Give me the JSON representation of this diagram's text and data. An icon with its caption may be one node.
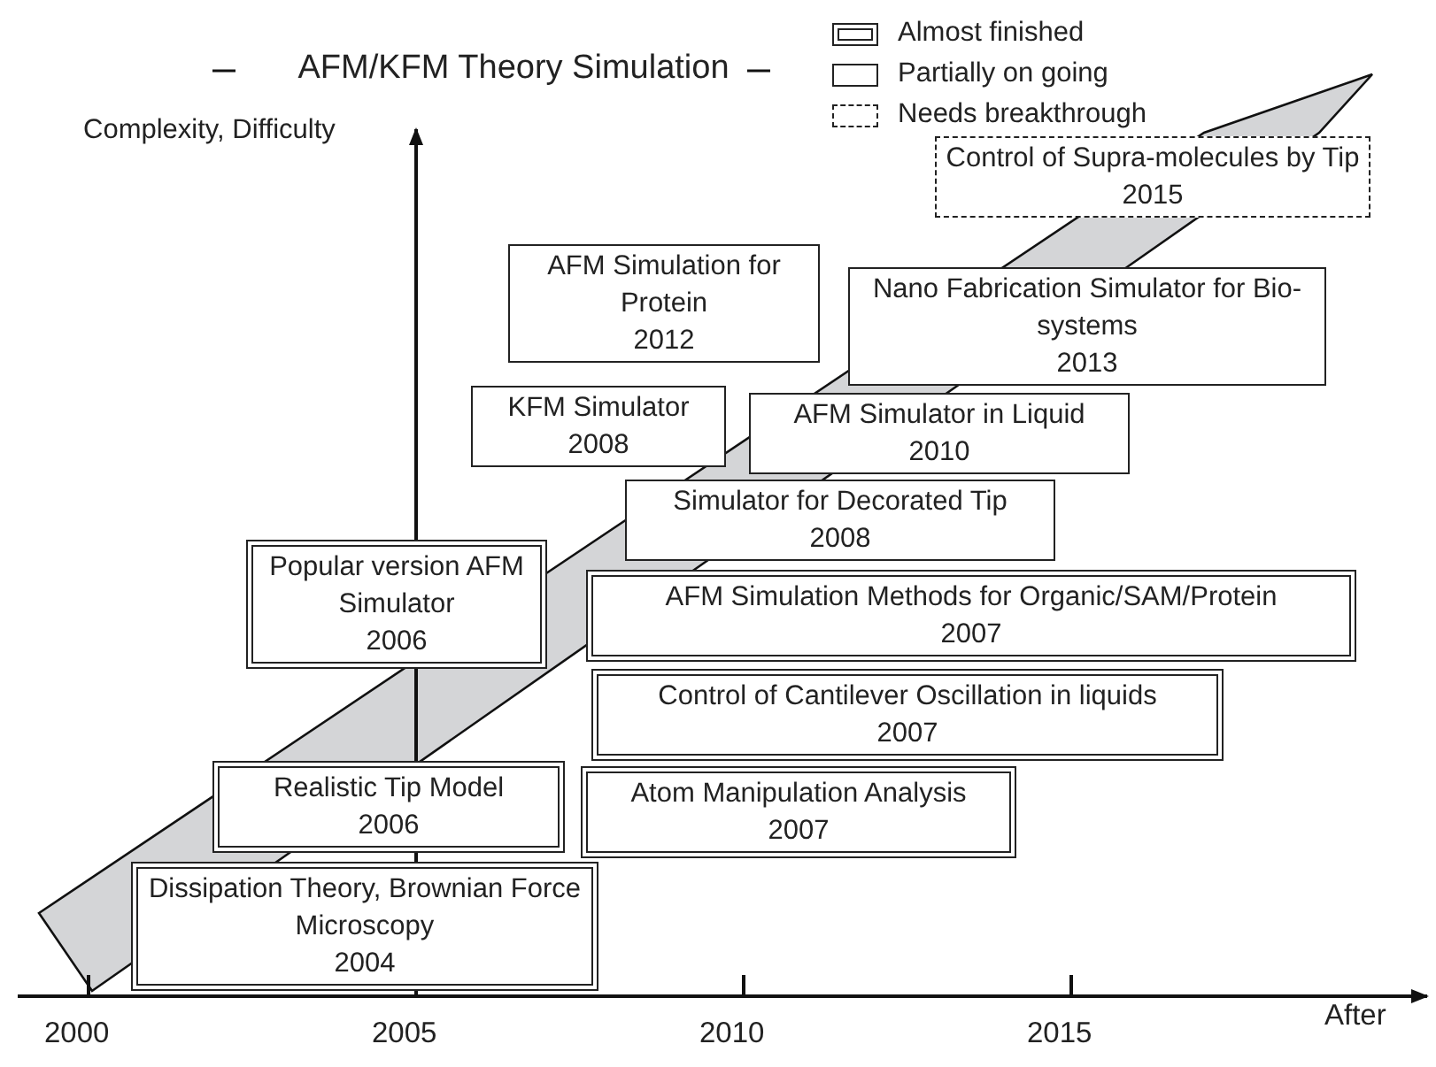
{
  "diagram": {
    "title": "AFM/KFM Theory Simulation",
    "nodes": [
      {
        "text": [
          "Control of Supra-molecules by Tip",
          "2015"
        ]
      },
      {
        "text": [
          "AFM Simulation for Protein",
          "2012"
        ]
      },
      {
        "text": [
          "Nano Fabrication Simulator for Bio-systems",
          "2013"
        ]
      },
      {
        "text": [
          "KFM Simulator",
          "2008"
        ]
      },
      {
        "text": [
          "AFM Simulator in Liquid",
          "2010"
        ]
      },
      {
        "text": [
          "Simulator for Decorated Tip",
          "2008"
        ]
      },
      {
        "text": [
          "Popular version AFM Simulator",
          "2006"
        ]
      },
      {
        "text": [
          "AFM Simulation Methods for Organic/SAM/Protein",
          "2007"
        ]
      },
      {
        "text": [
          "Control of Cantilever Oscillation in liquids",
          "2007"
        ]
      },
      {
        "text": [
          "Realistic Tip Model",
          "2006"
        ]
      },
      {
        "text": [
          "Atom Manipulation Analysis",
          "2007"
        ]
      },
      {
        "text": [
          "Dissipation Theory, Brownian Force Microscopy",
          "2004"
        ]
      }
    ],
    "labels": [
      "Complexity, Difficulty",
      "2000",
      "2005",
      "2010",
      "2015",
      "After"
    ],
    "legend": [
      {
        "text": "Almost finished"
      },
      {
        "text": "Partially on going"
      },
      {
        "text": "Needs breakthrough"
      }
    ]
  }
}
